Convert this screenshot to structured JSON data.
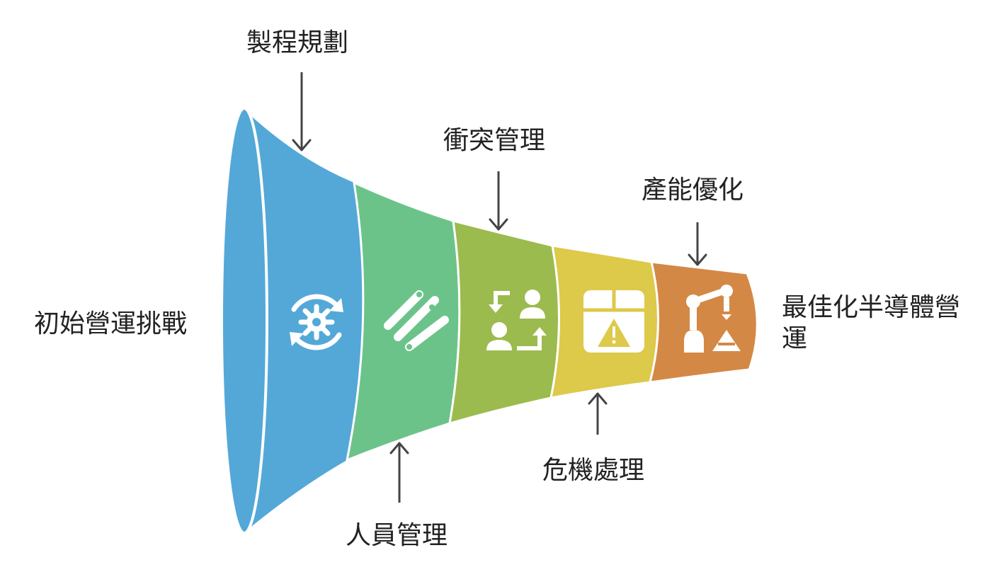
{
  "labels": {
    "start": "初始營運挑戰",
    "stage1": "製程規劃",
    "stage2": "人員管理",
    "stage3": "衝突管理",
    "stage4": "危機處理",
    "stage5": "產能優化",
    "end_line1": "最佳化半導體營",
    "end_line2": "運"
  },
  "colors": {
    "stage1": "#54A8D8",
    "stage2": "#6CC38A",
    "stage3": "#9BBB4E",
    "stage4": "#DDC94A",
    "stage5": "#D48845"
  },
  "icons": {
    "stage1": "gear-refresh-icon",
    "stage2": "slanted-bars-icon",
    "stage3": "people-swap-icon",
    "stage4": "box-warning-icon",
    "stage5": "robot-arm-icon"
  }
}
